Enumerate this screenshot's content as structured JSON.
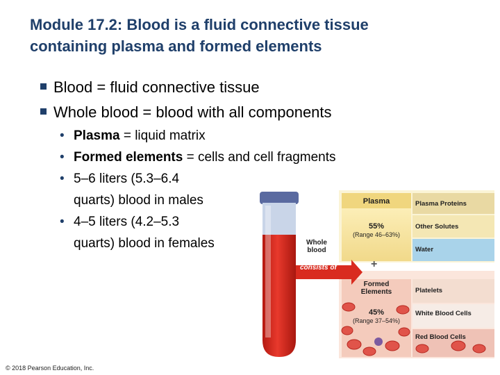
{
  "title": {
    "line1": "Module 17.2: Blood is a fluid connective tissue",
    "line2": "containing plasma and formed elements"
  },
  "bullets": [
    {
      "text": "Blood = fluid connective tissue"
    },
    {
      "text": "Whole blood = blood with all components"
    }
  ],
  "sub_bullets": [
    {
      "bold": "Plasma",
      "rest": " = liquid matrix"
    },
    {
      "bold": "Formed elements",
      "rest": " = cells and cell fragments"
    },
    {
      "bold": "",
      "rest": "5–6 liters (5.3–6.4 quarts) blood in males"
    },
    {
      "bold": "",
      "rest": "4–5 liters (4.2–5.3 quarts) blood in females"
    }
  ],
  "figure": {
    "whole_blood": "Whole blood",
    "consists_of": "consists of",
    "plus": "+",
    "plasma": {
      "label": "Plasma",
      "percent": "55%",
      "range": "(Range 46–63%)"
    },
    "formed": {
      "label1": "Formed",
      "label2": "Elements",
      "percent": "45%",
      "range": "(Range 37–54%)"
    },
    "components": [
      "Plasma Proteins",
      "Other Solutes",
      "Water",
      "Platelets",
      "White Blood Cells",
      "Red Blood Cells"
    ],
    "colors": {
      "plasma": "#f7e7a0",
      "tube_red": "#d8291f",
      "water_blue": "#a9d3ea",
      "arrow": "#d92b1f",
      "title": "#1f3f6a"
    }
  },
  "copyright": "© 2018 Pearson Education, Inc."
}
